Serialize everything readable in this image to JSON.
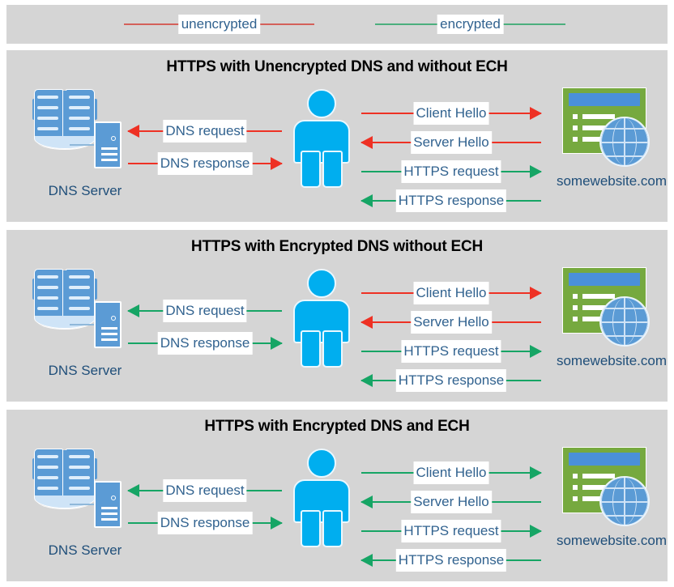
{
  "colors": {
    "panel_bg": "#d5d5d5",
    "page_bg": "#ffffff",
    "unencrypted": "#ee3124",
    "unencrypted_legend": "#d4605a",
    "encrypted": "#16a565",
    "encrypted_legend": "#4caf7d",
    "label_text": "#31628f",
    "caption_text": "#1f4e79",
    "title_text": "#000000",
    "person": "#00aeef",
    "server_blue": "#5b9bd5",
    "browser_green": "#76a93f",
    "browser_bar_blue": "#4a90d9"
  },
  "legend": {
    "items": [
      {
        "label": "unencrypted",
        "color": "#d4605a"
      },
      {
        "label": "encrypted",
        "color": "#4caf7d"
      }
    ]
  },
  "nodes": {
    "dns_server_label": "DNS Server",
    "website_label": "somewebsite.com"
  },
  "panels": [
    {
      "title": "HTTPS with Unencrypted DNS and without ECH",
      "left_flows": [
        {
          "label": "DNS request",
          "direction": "left",
          "color": "#ee3124"
        },
        {
          "label": "DNS response",
          "direction": "right",
          "color": "#ee3124"
        }
      ],
      "right_flows": [
        {
          "label": "Client Hello",
          "direction": "right",
          "color": "#ee3124"
        },
        {
          "label": "Server Hello",
          "direction": "left",
          "color": "#ee3124"
        },
        {
          "label": "HTTPS request",
          "direction": "right",
          "color": "#16a565"
        },
        {
          "label": "HTTPS response",
          "direction": "left",
          "color": "#16a565"
        }
      ]
    },
    {
      "title": "HTTPS with Encrypted DNS without ECH",
      "left_flows": [
        {
          "label": "DNS request",
          "direction": "left",
          "color": "#16a565"
        },
        {
          "label": "DNS response",
          "direction": "right",
          "color": "#16a565"
        }
      ],
      "right_flows": [
        {
          "label": "Client Hello",
          "direction": "right",
          "color": "#ee3124"
        },
        {
          "label": "Server Hello",
          "direction": "left",
          "color": "#ee3124"
        },
        {
          "label": "HTTPS request",
          "direction": "right",
          "color": "#16a565"
        },
        {
          "label": "HTTPS response",
          "direction": "left",
          "color": "#16a565"
        }
      ]
    },
    {
      "title": "HTTPS with Encrypted DNS and ECH",
      "left_flows": [
        {
          "label": "DNS request",
          "direction": "left",
          "color": "#16a565"
        },
        {
          "label": "DNS response",
          "direction": "right",
          "color": "#16a565"
        }
      ],
      "right_flows": [
        {
          "label": "Client Hello",
          "direction": "right",
          "color": "#16a565"
        },
        {
          "label": "Server Hello",
          "direction": "left",
          "color": "#16a565"
        },
        {
          "label": "HTTPS request",
          "direction": "right",
          "color": "#16a565"
        },
        {
          "label": "HTTPS response",
          "direction": "left",
          "color": "#16a565"
        }
      ]
    }
  ]
}
